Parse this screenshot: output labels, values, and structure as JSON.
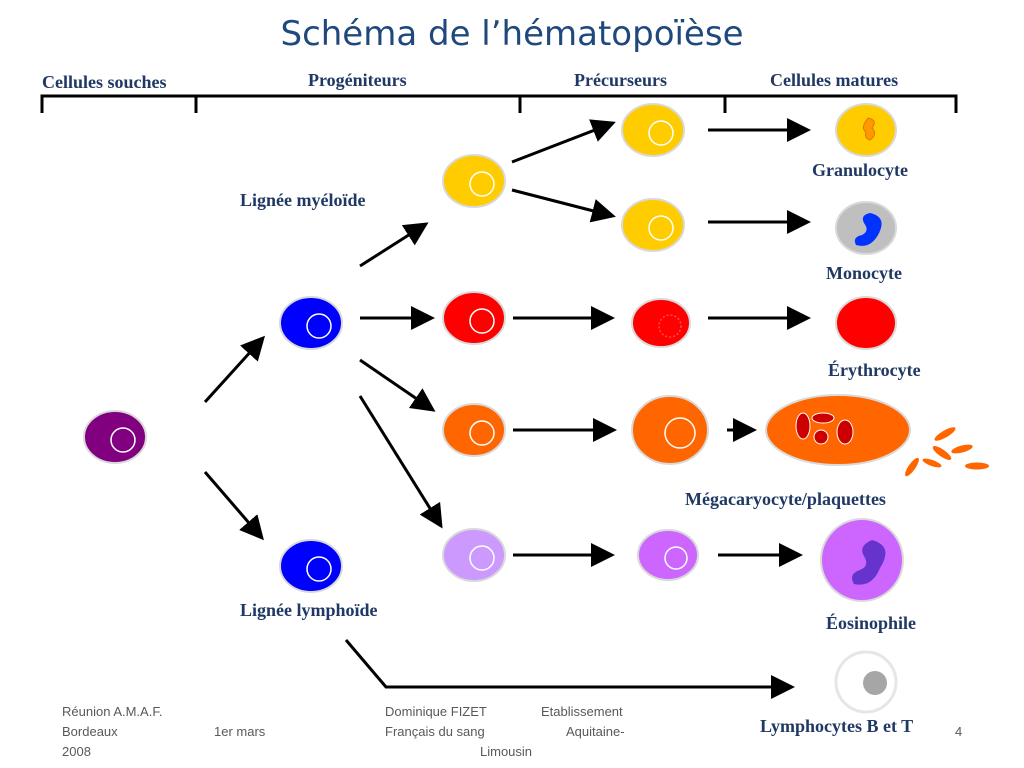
{
  "title": "Schéma de l’hématopoïèse",
  "headers": {
    "stem": "Cellules souches",
    "progenitors": "Progéniteurs",
    "precursors": "Précurseurs",
    "mature": "Cellules matures"
  },
  "lineages": {
    "myeloid": "Lignée myéloïde",
    "lymphoid": "Lignée lymphoïde"
  },
  "cells": {
    "granulocyte": "Granulocyte",
    "monocyte": "Monocyte",
    "erythrocyte": "Érythrocyte",
    "megakaryocyte": "Mégacaryocyte/plaquettes",
    "eosinophil": "Éosinophile",
    "lymphocytes": "Lymphocytes B et T"
  },
  "footer": {
    "meeting_line1": "Réunion A.M.A.F.",
    "meeting_line2": "Bordeaux",
    "date_line1": "1er mars",
    "date_line2": "2008",
    "author_line1": "Dominique FIZET",
    "author_line2": "Français du sang",
    "institution_line1": "Etablissement",
    "institution_line2": "Aquitaine-",
    "institution_line3": "Limousin",
    "page_number": "4"
  },
  "colors": {
    "title": "#1F497D",
    "labels": "#1F3864",
    "stem_cell": "#800080",
    "lymphoid_progenitor": "#0000FF",
    "granulocyte_line": "#FFCC00",
    "monocyte_nucleus": "#0033FF",
    "erythroid": "#FF0000",
    "megakaryocyte": "#FF6600",
    "eosinophil": "#CC66FF",
    "eosinophil_progenitor": "#CC99FF",
    "lymphocyte_nucleus": "#A6A6A6"
  }
}
